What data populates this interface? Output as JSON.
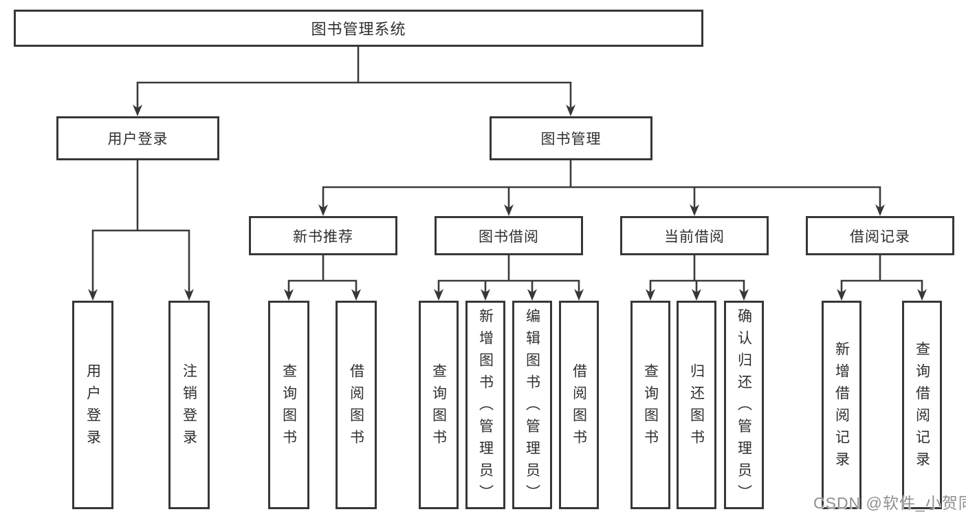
{
  "diagram": {
    "root": {
      "label": "图书管理系统"
    },
    "branches": [
      {
        "label": "用户登录",
        "children": [
          {
            "label": "用户登录"
          },
          {
            "label": "注销登录"
          }
        ]
      },
      {
        "label": "图书管理",
        "children": [
          {
            "label": "新书推荐",
            "children": [
              {
                "label": "查询图书"
              },
              {
                "label": "借阅图书"
              }
            ]
          },
          {
            "label": "图书借阅",
            "children": [
              {
                "label": "查询图书"
              },
              {
                "label": "新增图书（管理员）"
              },
              {
                "label": "编辑图书（管理员）"
              },
              {
                "label": "借阅图书"
              }
            ]
          },
          {
            "label": "当前借阅",
            "children": [
              {
                "label": "查询图书"
              },
              {
                "label": "归还图书"
              },
              {
                "label": "确认归还（管理员）"
              }
            ]
          },
          {
            "label": "借阅记录",
            "children": [
              {
                "label": "新增借阅记录"
              },
              {
                "label": "查询借阅记录"
              }
            ]
          }
        ]
      }
    ]
  },
  "watermark": {
    "text": "CSDN @软件_小贺同学"
  },
  "colors": {
    "line": "#3a3a3a",
    "box_border": "#373737",
    "text": "#2f2f2f",
    "background": "#ffffff",
    "watermark": "#8f8f8f"
  }
}
